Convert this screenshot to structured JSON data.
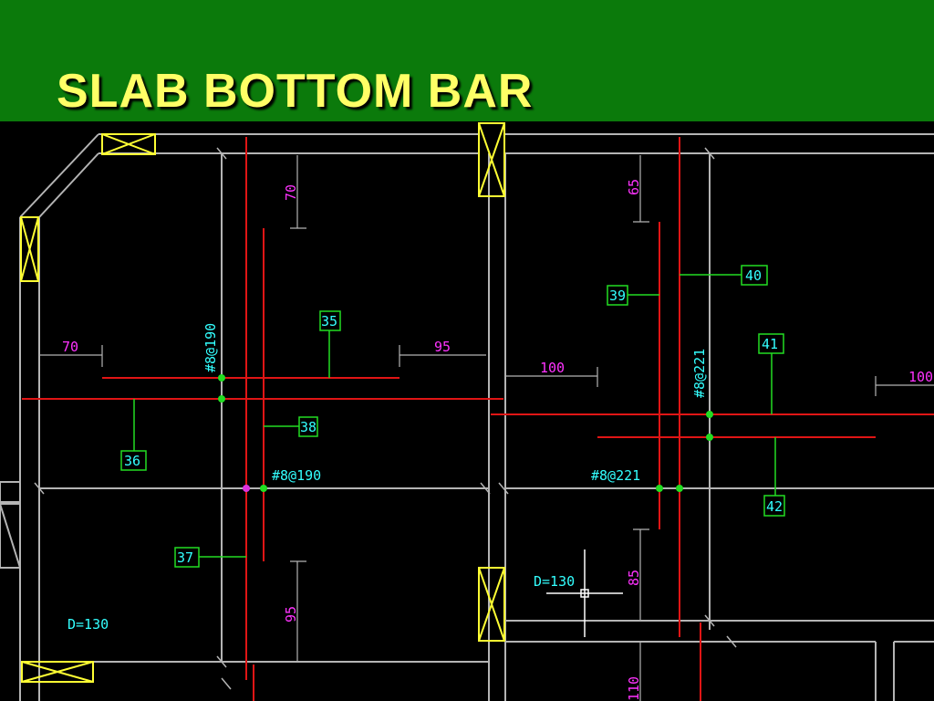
{
  "slide": {
    "title": "SLAB BOTTOM BAR"
  },
  "colors": {
    "background": "#0b7a0b",
    "title": "#ffff66",
    "canvas": "#000000",
    "wall": "#b4b4b4",
    "column": "#ffff33",
    "rebar": "#e01515",
    "leader": "#22dd22",
    "tag_text": "#33ffff",
    "dimension": "#ff33ff"
  },
  "drawing": {
    "rebar_spec_labels": [
      "#8@190",
      "#8@190",
      "#8@221",
      "#8@221"
    ],
    "bar_marks": [
      "35",
      "36",
      "37",
      "38",
      "39",
      "40",
      "41",
      "42"
    ],
    "dimensions": [
      "70",
      "70",
      "95",
      "95",
      "65",
      "100",
      "100",
      "85",
      "110"
    ],
    "slab_thickness_labels": [
      "D=130",
      "D=130"
    ]
  }
}
